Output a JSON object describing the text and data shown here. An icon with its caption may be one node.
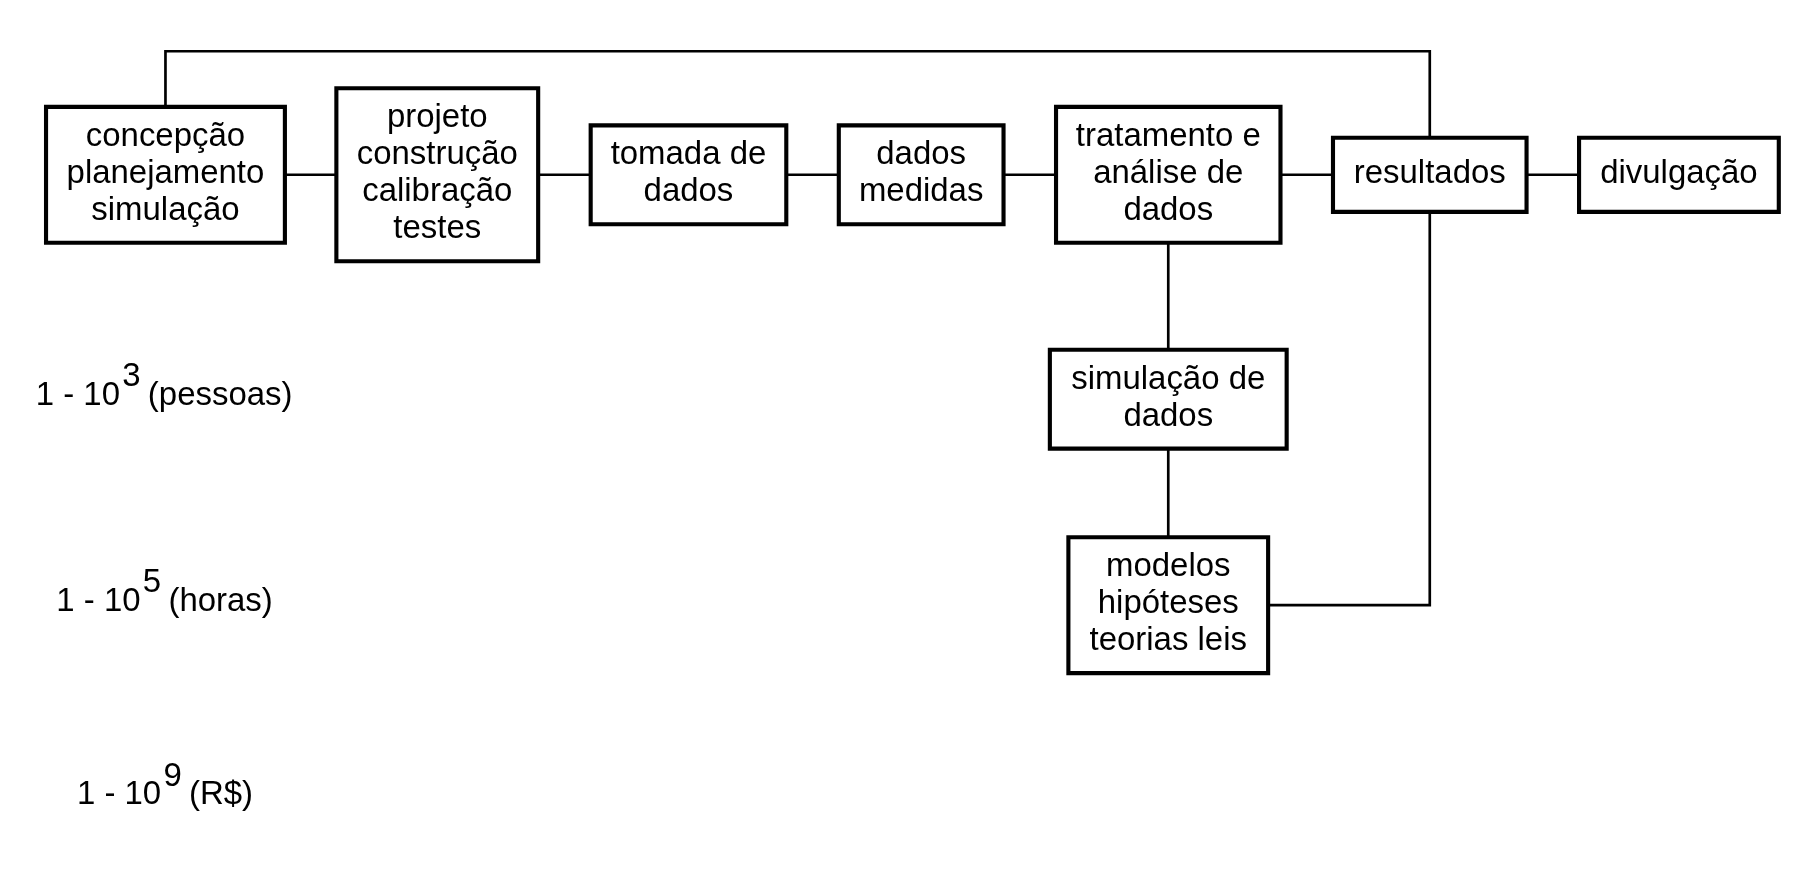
{
  "diagram": {
    "nodes": [
      {
        "text": [
          "concepção planejamento simulação"
        ]
      },
      {
        "text": [
          "projeto construção calibração testes"
        ]
      },
      {
        "text": [
          "tomada de dados"
        ]
      },
      {
        "text": [
          "dados medidas"
        ]
      },
      {
        "text": [
          "tratamento e análise de dados"
        ]
      },
      {
        "text": [
          "resultados"
        ]
      },
      {
        "text": [
          "divulgação"
        ]
      },
      {
        "text": [
          "simulação de dados"
        ]
      },
      {
        "text": [
          "modelos hipóteses teorias leis"
        ]
      }
    ],
    "edges": [
      {
        "from": 0,
        "to": 1,
        "arrow": "none"
      },
      {
        "from": 1,
        "to": 2,
        "arrow": "none"
      },
      {
        "from": 2,
        "to": 3,
        "arrow": "none"
      },
      {
        "from": 3,
        "to": 4,
        "arrow": "none"
      },
      {
        "from": 4,
        "to": 5,
        "arrow": "none"
      },
      {
        "from": 5,
        "to": 6,
        "arrow": "none"
      },
      {
        "from": 4,
        "to": 7,
        "arrow": "none"
      },
      {
        "from": 7,
        "to": 8,
        "arrow": "none"
      },
      {
        "from": 8,
        "to": 5,
        "arrow": "none"
      },
      {
        "from": 0,
        "to": 5,
        "arrow": "none"
      }
    ],
    "labels": [
      "1 - 10$^{3}$ (pessoas)",
      "1 - 10$^{5}$ (horas)",
      "1 - 10$^{9}$ (R$)"
    ]
  }
}
